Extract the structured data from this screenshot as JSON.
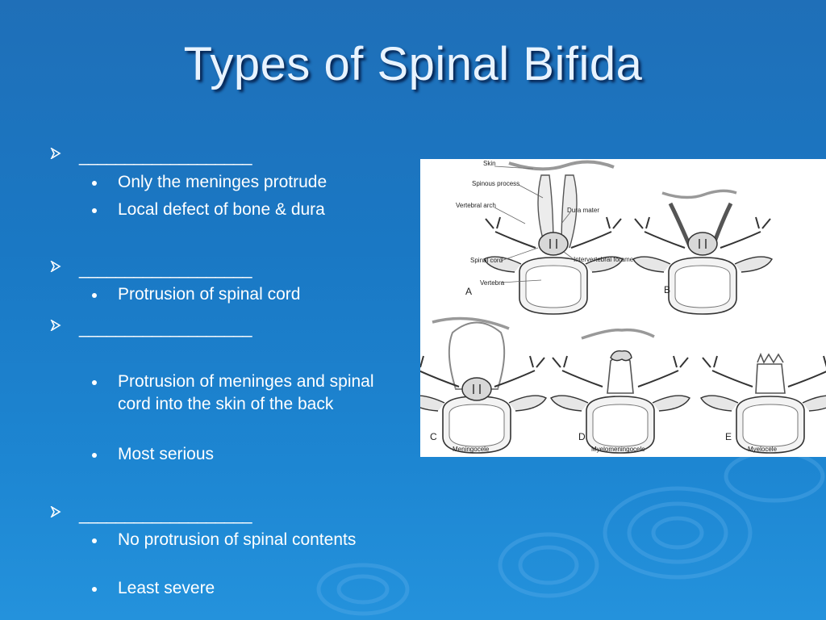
{
  "slide": {
    "title": "Types of Spinal Bifida",
    "colors": {
      "background": "#1a78c4",
      "text": "#ffffff",
      "title": "#e8f3ff"
    },
    "bullets": [
      {
        "blank": "___________________",
        "subs": [
          "Only the meninges protrude",
          "Local defect of bone & dura"
        ]
      },
      {
        "blank": "___________________",
        "subs": [
          "Protrusion of spinal cord"
        ]
      },
      {
        "blank": "___________________",
        "subs": [
          "Protrusion of meninges and spinal cord into the skin of the back",
          "Most serious"
        ]
      },
      {
        "blank": "___________________",
        "subs": [
          "No protrusion of spinal contents",
          "Least severe"
        ]
      }
    ]
  },
  "figure": {
    "labels": {
      "skin": "Skin",
      "spinous_process": "Spinous process",
      "vertebral_arch": "Vertebral arch",
      "dura_mater": "Dura mater",
      "spinal_cord": "Spinal cord",
      "intervertebral_foramen": "Intervertebral foramen",
      "vertebra": "Vertebra"
    },
    "panels": [
      {
        "letter": "A",
        "caption": ""
      },
      {
        "letter": "B",
        "caption": ""
      },
      {
        "letter": "C",
        "caption": "Meningocele"
      },
      {
        "letter": "D",
        "caption": "Myelomeningocele"
      },
      {
        "letter": "E",
        "caption": "Myelocele"
      }
    ]
  }
}
